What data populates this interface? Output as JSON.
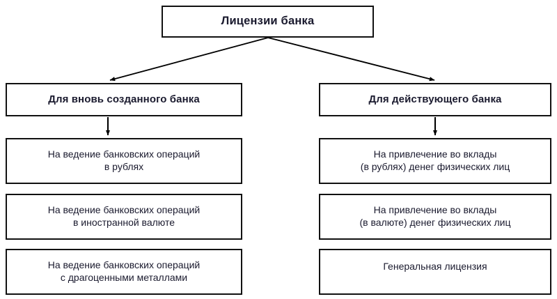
{
  "diagram": {
    "title_node": {
      "id": "root",
      "label": "Лицензии банка"
    },
    "branches": [
      {
        "id": "left",
        "header": "Для вновь созданного банка",
        "items": [
          "На ведение банковских операций\nв рублях",
          "На ведение банковских операций\nв иностранной валюте",
          "На ведение банковских операций\nс драгоценными металлами"
        ]
      },
      {
        "id": "right",
        "header": "Для действующего банка",
        "items": [
          "На привлечение во вклады\n(в рублях) денег физических лиц",
          "На привлечение во вклады\n(в валюте) денег физических лиц",
          "Генеральная лицензия"
        ]
      }
    ],
    "colors": {
      "background": "#ffffff",
      "box_border": "#111111",
      "text": "#1a1a2e",
      "connector": "#000000"
    },
    "connectors": [
      {
        "name": "root-to-left-branch",
        "type": "diagonal-arrow"
      },
      {
        "name": "root-to-right-branch",
        "type": "diagonal-arrow"
      },
      {
        "name": "left-header-to-first-item",
        "type": "vertical-arrow"
      },
      {
        "name": "right-header-to-first-item",
        "type": "vertical-arrow"
      }
    ]
  }
}
